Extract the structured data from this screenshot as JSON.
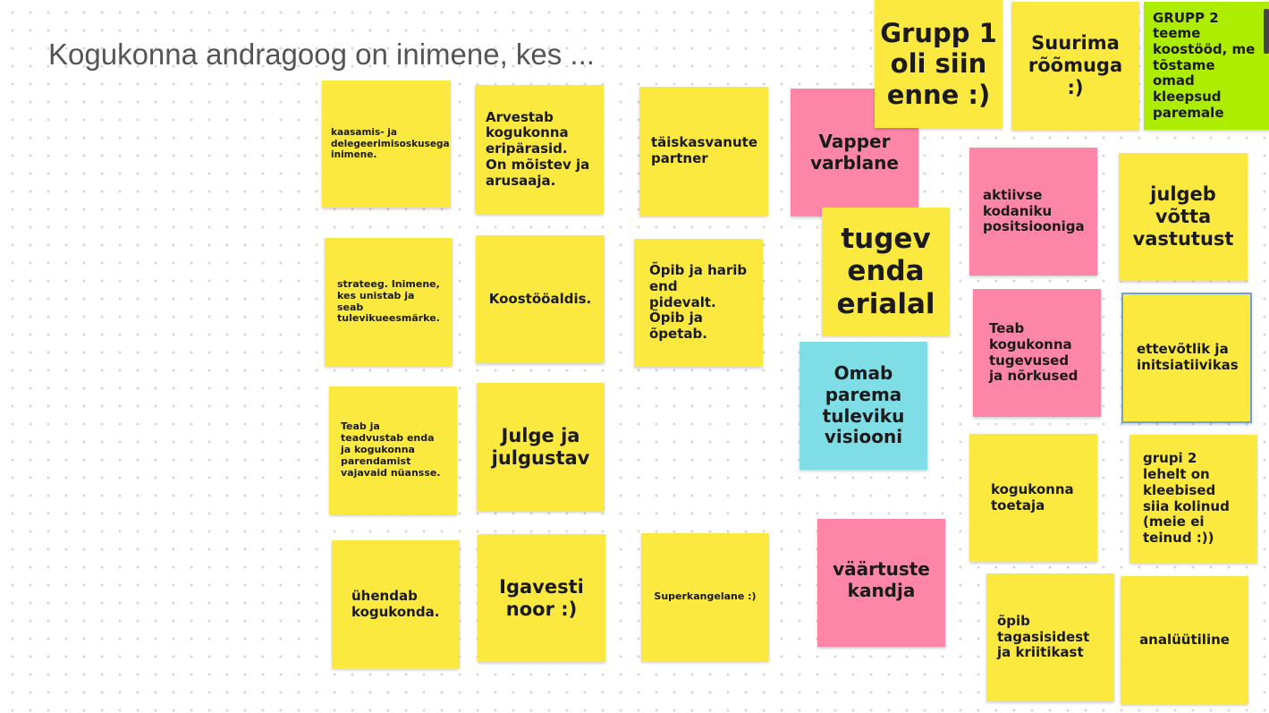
{
  "board": {
    "title": "Kogukonna andragoog on inimene, kes ...",
    "notes": [
      {
        "text": "kaasamis- ja delegeerimisoskusega inimene.",
        "color": "yellow"
      },
      {
        "text": "Arvestab kogukonna eripärasid. On mõistev ja arusaaja.",
        "color": "yellow"
      },
      {
        "text": "täiskasvanute partner",
        "color": "yellow"
      },
      {
        "text": "Vapper varblane",
        "color": "pink"
      },
      {
        "text": "Grupp 1 oli siin enne :)",
        "color": "yellow"
      },
      {
        "text": "Suurima rõõmuga :)",
        "color": "yellow"
      },
      {
        "text": "GRUPP 2 teeme koostööd, me tõstame omad kleepsud paremale",
        "color": "green"
      },
      {
        "text": "aktiivse kodaniku positsiooniga",
        "color": "pink"
      },
      {
        "text": "julgeb võtta vastutust",
        "color": "yellow"
      },
      {
        "text": "tugev enda erialal",
        "color": "yellow"
      },
      {
        "text": "strateeg. Inimene, kes unistab ja seab tulevikueesmärke.",
        "color": "yellow"
      },
      {
        "text": "Koostööaldis.",
        "color": "yellow"
      },
      {
        "text": "Õpib ja harib end pidevalt. Õpib ja õpetab.",
        "color": "yellow"
      },
      {
        "text": "Teab kogukonna tugevused ja nõrkused",
        "color": "pink"
      },
      {
        "text": "ettevõtlik ja initsiatiivikas",
        "color": "yellow"
      },
      {
        "text": "Omab parema tuleviku visiooni",
        "color": "cyan"
      },
      {
        "text": "Teab ja teadvustab enda ja kogukonna parendamist vajavaid nüansse.",
        "color": "yellow"
      },
      {
        "text": "Julge ja julgustav",
        "color": "yellow"
      },
      {
        "text": "kogukonna toetaja",
        "color": "yellow"
      },
      {
        "text": "grupi 2 lehelt on kleebised siia kolinud (meie ei teinud :))",
        "color": "yellow"
      },
      {
        "text": "ühendab kogukonda.",
        "color": "yellow"
      },
      {
        "text": "Igavesti noor :)",
        "color": "yellow"
      },
      {
        "text": "Superkangelane :)",
        "color": "yellow"
      },
      {
        "text": "väärtuste kandja",
        "color": "pink"
      },
      {
        "text": "õpib tagasisidest ja kriitikast",
        "color": "yellow"
      },
      {
        "text": "analüütiline",
        "color": "yellow"
      }
    ]
  },
  "colors": {
    "yellow": "#fbe93f",
    "pink": "#fd86a8",
    "cyan": "#7fdde6",
    "green": "#aded00",
    "selection": "#6fa0d8"
  }
}
